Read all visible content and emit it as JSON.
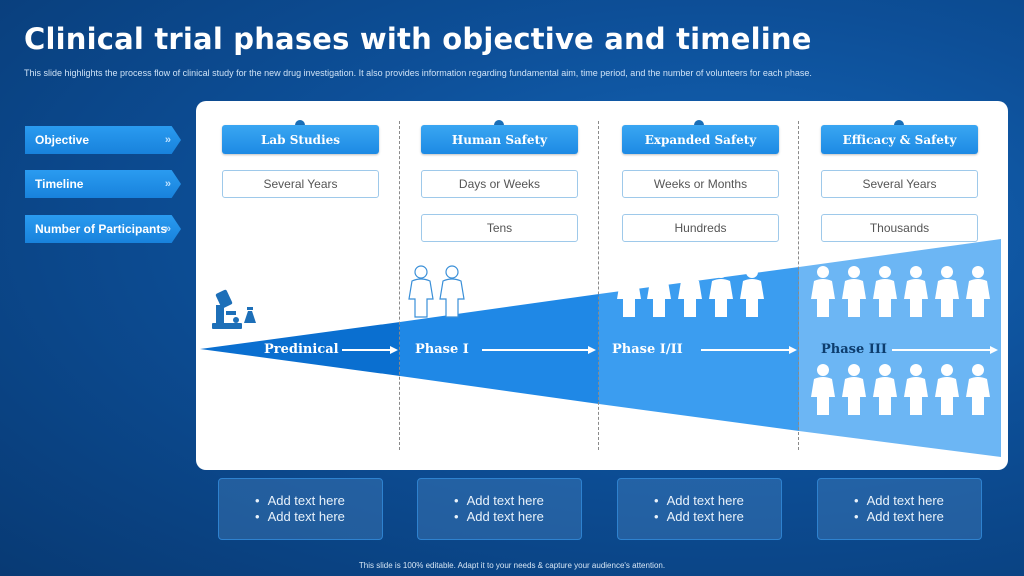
{
  "title": "Clinical trial phases with objective and timeline",
  "subtitle": "This slide highlights the process flow of clinical study for the new drug investigation. It also provides information regarding fundamental aim, time period, and the number of volunteers for each phase.",
  "row_labels": [
    "Objective",
    "Timeline",
    "Number of Participants"
  ],
  "chevron": "»",
  "columns": [
    {
      "objective": "Lab Studies",
      "timeline": "Several Years",
      "participants": "",
      "phase": "Predinical"
    },
    {
      "objective": "Human Safety",
      "timeline": "Days or Weeks",
      "participants": "Tens",
      "phase": "Phase I"
    },
    {
      "objective": "Expanded Safety",
      "timeline": "Weeks or Months",
      "participants": "Hundreds",
      "phase": "Phase I/II"
    },
    {
      "objective": "Efficacy & Safety",
      "timeline": "Several Years",
      "participants": "Thousands",
      "phase": "Phase III"
    }
  ],
  "bottom_boxes": [
    [
      "Add text here",
      "Add text here"
    ],
    [
      "Add text here",
      "Add text here"
    ],
    [
      "Add text here",
      "Add text here"
    ],
    [
      "Add text here",
      "Add text here"
    ]
  ],
  "colors": {
    "accent": "#1d8ae4",
    "dark_wedge": "#0a6fd0",
    "mid_wedge": "#2a93ef",
    "light_wedge": "#4aa5f2",
    "lightest_wedge": "#7cbcf5"
  },
  "icons": [
    "microscope-icon",
    "person-icon"
  ],
  "footer": "This slide is 100% editable. Adapt it to your needs & capture your audience's attention."
}
